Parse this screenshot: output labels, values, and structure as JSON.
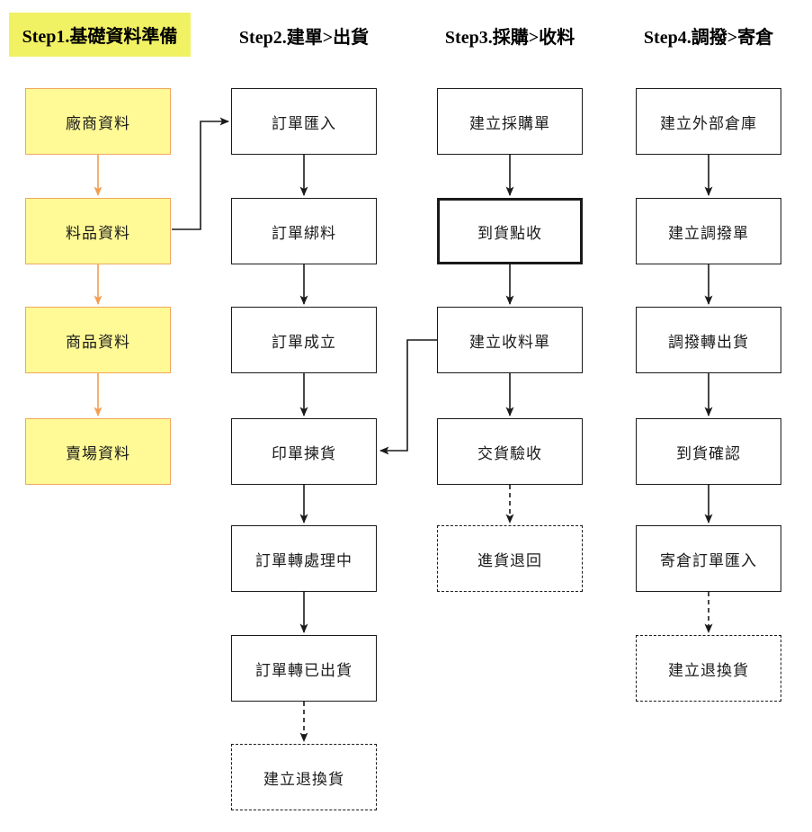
{
  "diagram": {
    "title": "ERP flow steps diagram",
    "columns": [
      {
        "header": "Step1.基礎資料準備",
        "header_style": "yellow-highlight",
        "boxes": [
          {
            "label": "廠商資料",
            "variant": "yellow"
          },
          {
            "label": "料品資料",
            "variant": "yellow"
          },
          {
            "label": "商品資料",
            "variant": "yellow"
          },
          {
            "label": "賣場資料",
            "variant": "yellow"
          }
        ]
      },
      {
        "header": "Step2.建單>出貨",
        "header_style": "plain",
        "boxes": [
          {
            "label": "訂單匯入",
            "variant": "normal"
          },
          {
            "label": "訂單綁料",
            "variant": "normal"
          },
          {
            "label": "訂單成立",
            "variant": "normal"
          },
          {
            "label": "印單揀貨",
            "variant": "normal"
          },
          {
            "label": "訂單轉處理中",
            "variant": "normal"
          },
          {
            "label": "訂單轉已出貨",
            "variant": "normal"
          },
          {
            "label": "建立退換貨",
            "variant": "dashed"
          }
        ]
      },
      {
        "header": "Step3.採購>收料",
        "header_style": "plain",
        "boxes": [
          {
            "label": "建立採購單",
            "variant": "normal"
          },
          {
            "label": "到貨點收",
            "variant": "bold-border"
          },
          {
            "label": "建立收料單",
            "variant": "normal"
          },
          {
            "label": "交貨驗收",
            "variant": "normal"
          },
          {
            "label": "進貨退回",
            "variant": "dashed"
          }
        ]
      },
      {
        "header": "Step4.調撥>寄倉",
        "header_style": "plain",
        "boxes": [
          {
            "label": "建立外部倉庫",
            "variant": "normal"
          },
          {
            "label": "建立調撥單",
            "variant": "normal"
          },
          {
            "label": "調撥轉出貨",
            "variant": "normal"
          },
          {
            "label": "到貨確認",
            "variant": "normal"
          },
          {
            "label": "寄倉訂單匯入",
            "variant": "normal"
          },
          {
            "label": "建立退換貨",
            "variant": "dashed"
          }
        ]
      }
    ],
    "edges": [
      {
        "from": "廠商資料",
        "to": "料品資料",
        "style": "solid-orange"
      },
      {
        "from": "料品資料",
        "to": "商品資料",
        "style": "solid-orange"
      },
      {
        "from": "商品資料",
        "to": "賣場資料",
        "style": "solid-orange"
      },
      {
        "from": "料品資料",
        "to": "訂單匯入",
        "style": "solid-elbow"
      },
      {
        "from": "訂單匯入",
        "to": "訂單綁料",
        "style": "solid"
      },
      {
        "from": "訂單綁料",
        "to": "訂單成立",
        "style": "solid"
      },
      {
        "from": "訂單成立",
        "to": "印單揀貨",
        "style": "solid"
      },
      {
        "from": "印單揀貨",
        "to": "訂單轉處理中",
        "style": "solid"
      },
      {
        "from": "訂單轉處理中",
        "to": "訂單轉已出貨",
        "style": "solid"
      },
      {
        "from": "訂單轉已出貨",
        "to": "建立退換貨(出貨)",
        "style": "dashed"
      },
      {
        "from": "建立採購單",
        "to": "到貨點收",
        "style": "solid"
      },
      {
        "from": "到貨點收",
        "to": "建立收料單",
        "style": "solid"
      },
      {
        "from": "建立收料單",
        "to": "交貨驗收",
        "style": "solid"
      },
      {
        "from": "建立收料單",
        "to": "印單揀貨",
        "style": "solid-elbow"
      },
      {
        "from": "交貨驗收",
        "to": "進貨退回",
        "style": "dashed"
      },
      {
        "from": "建立外部倉庫",
        "to": "建立調撥單",
        "style": "solid"
      },
      {
        "from": "建立調撥單",
        "to": "調撥轉出貨",
        "style": "solid"
      },
      {
        "from": "調撥轉出貨",
        "to": "到貨確認",
        "style": "solid"
      },
      {
        "from": "到貨確認",
        "to": "寄倉訂單匯入",
        "style": "solid"
      },
      {
        "from": "寄倉訂單匯入",
        "to": "建立退換貨(寄倉)",
        "style": "dashed"
      }
    ],
    "colors": {
      "background": "#FFFFFF",
      "yellow_fill": "#FFF996",
      "yellow_border": "#EFA75F",
      "orange_arrow": "#F29E52",
      "header_highlight": "#F1F164",
      "line_black": "#1A1A1A"
    }
  }
}
